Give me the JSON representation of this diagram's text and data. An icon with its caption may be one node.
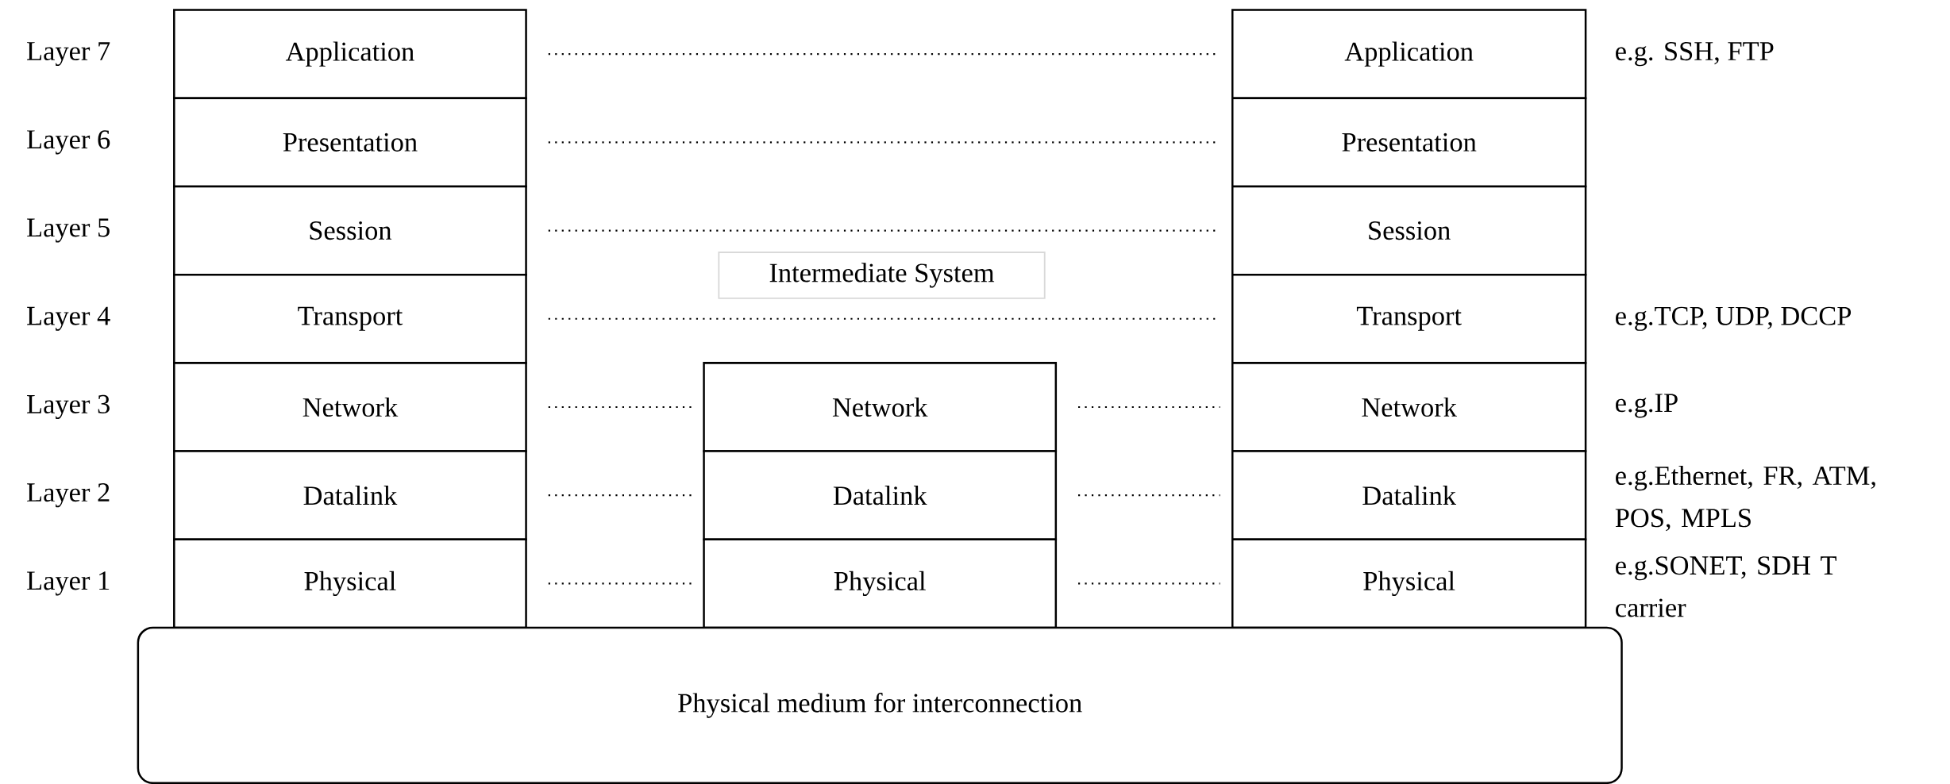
{
  "diagram": {
    "nodes": [
      {
        "text": [
          "Application"
        ]
      },
      {
        "text": [
          "Presentation"
        ]
      },
      {
        "text": [
          "Session"
        ]
      },
      {
        "text": [
          "Transport"
        ]
      },
      {
        "text": [
          "Network"
        ]
      },
      {
        "text": [
          "Datalink"
        ]
      },
      {
        "text": [
          "Physical"
        ]
      },
      {
        "text": [
          "Intermediate System"
        ]
      },
      {
        "text": [
          "Network"
        ]
      },
      {
        "text": [
          "Datalink"
        ]
      },
      {
        "text": [
          "Physical"
        ]
      },
      {
        "text": [
          "Application"
        ]
      },
      {
        "text": [
          "Presentation"
        ]
      },
      {
        "text": [
          "Session"
        ]
      },
      {
        "text": [
          "Transport"
        ]
      },
      {
        "text": [
          "Network"
        ]
      },
      {
        "text": [
          "Datalink"
        ]
      },
      {
        "text": [
          "Physical"
        ]
      },
      {
        "text": [
          "Physical medium for interconnection"
        ]
      }
    ],
    "edges": [
      {
        "from": 0,
        "to": 11,
        "arrow": "none"
      },
      {
        "from": 1,
        "to": 12,
        "arrow": "none"
      },
      {
        "from": 2,
        "to": 13,
        "arrow": "none"
      },
      {
        "from": 3,
        "to": 14,
        "arrow": "none"
      },
      {
        "from": 4,
        "to": 8,
        "arrow": "none"
      },
      {
        "from": 8,
        "to": 15,
        "arrow": "none"
      },
      {
        "from": 5,
        "to": 9,
        "arrow": "none"
      },
      {
        "from": 9,
        "to": 16,
        "arrow": "none"
      },
      {
        "from": 6,
        "to": 10,
        "arrow": "none"
      },
      {
        "from": 10,
        "to": 17,
        "arrow": "none"
      }
    ],
    "labels": [
      "Layer 7",
      "Layer 6",
      "Layer 5",
      "Layer 4",
      "Layer 3",
      "Layer 2",
      "Layer 1",
      "e.g. SSH, FTP",
      "e.g.TCP, UDP, DCCP",
      "e.g.IP",
      "e.g.Ethernet, FR, ATM, POS, MPLS",
      "e.g.SONET, SDH T carrier"
    ]
  }
}
